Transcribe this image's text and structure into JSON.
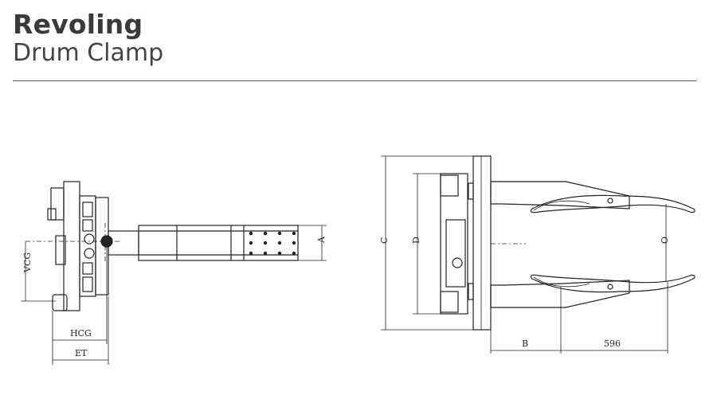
{
  "header": {
    "brand": "Revoling",
    "product": "Drum Clamp"
  },
  "diagram": {
    "side_view": {
      "label_A": "A",
      "label_VCG": "VCG",
      "label_HCG": "HCG",
      "label_ET": "ET"
    },
    "top_view": {
      "label_C": "C",
      "label_D": "D",
      "label_O": "O",
      "label_B": "B",
      "label_596": "596"
    }
  }
}
